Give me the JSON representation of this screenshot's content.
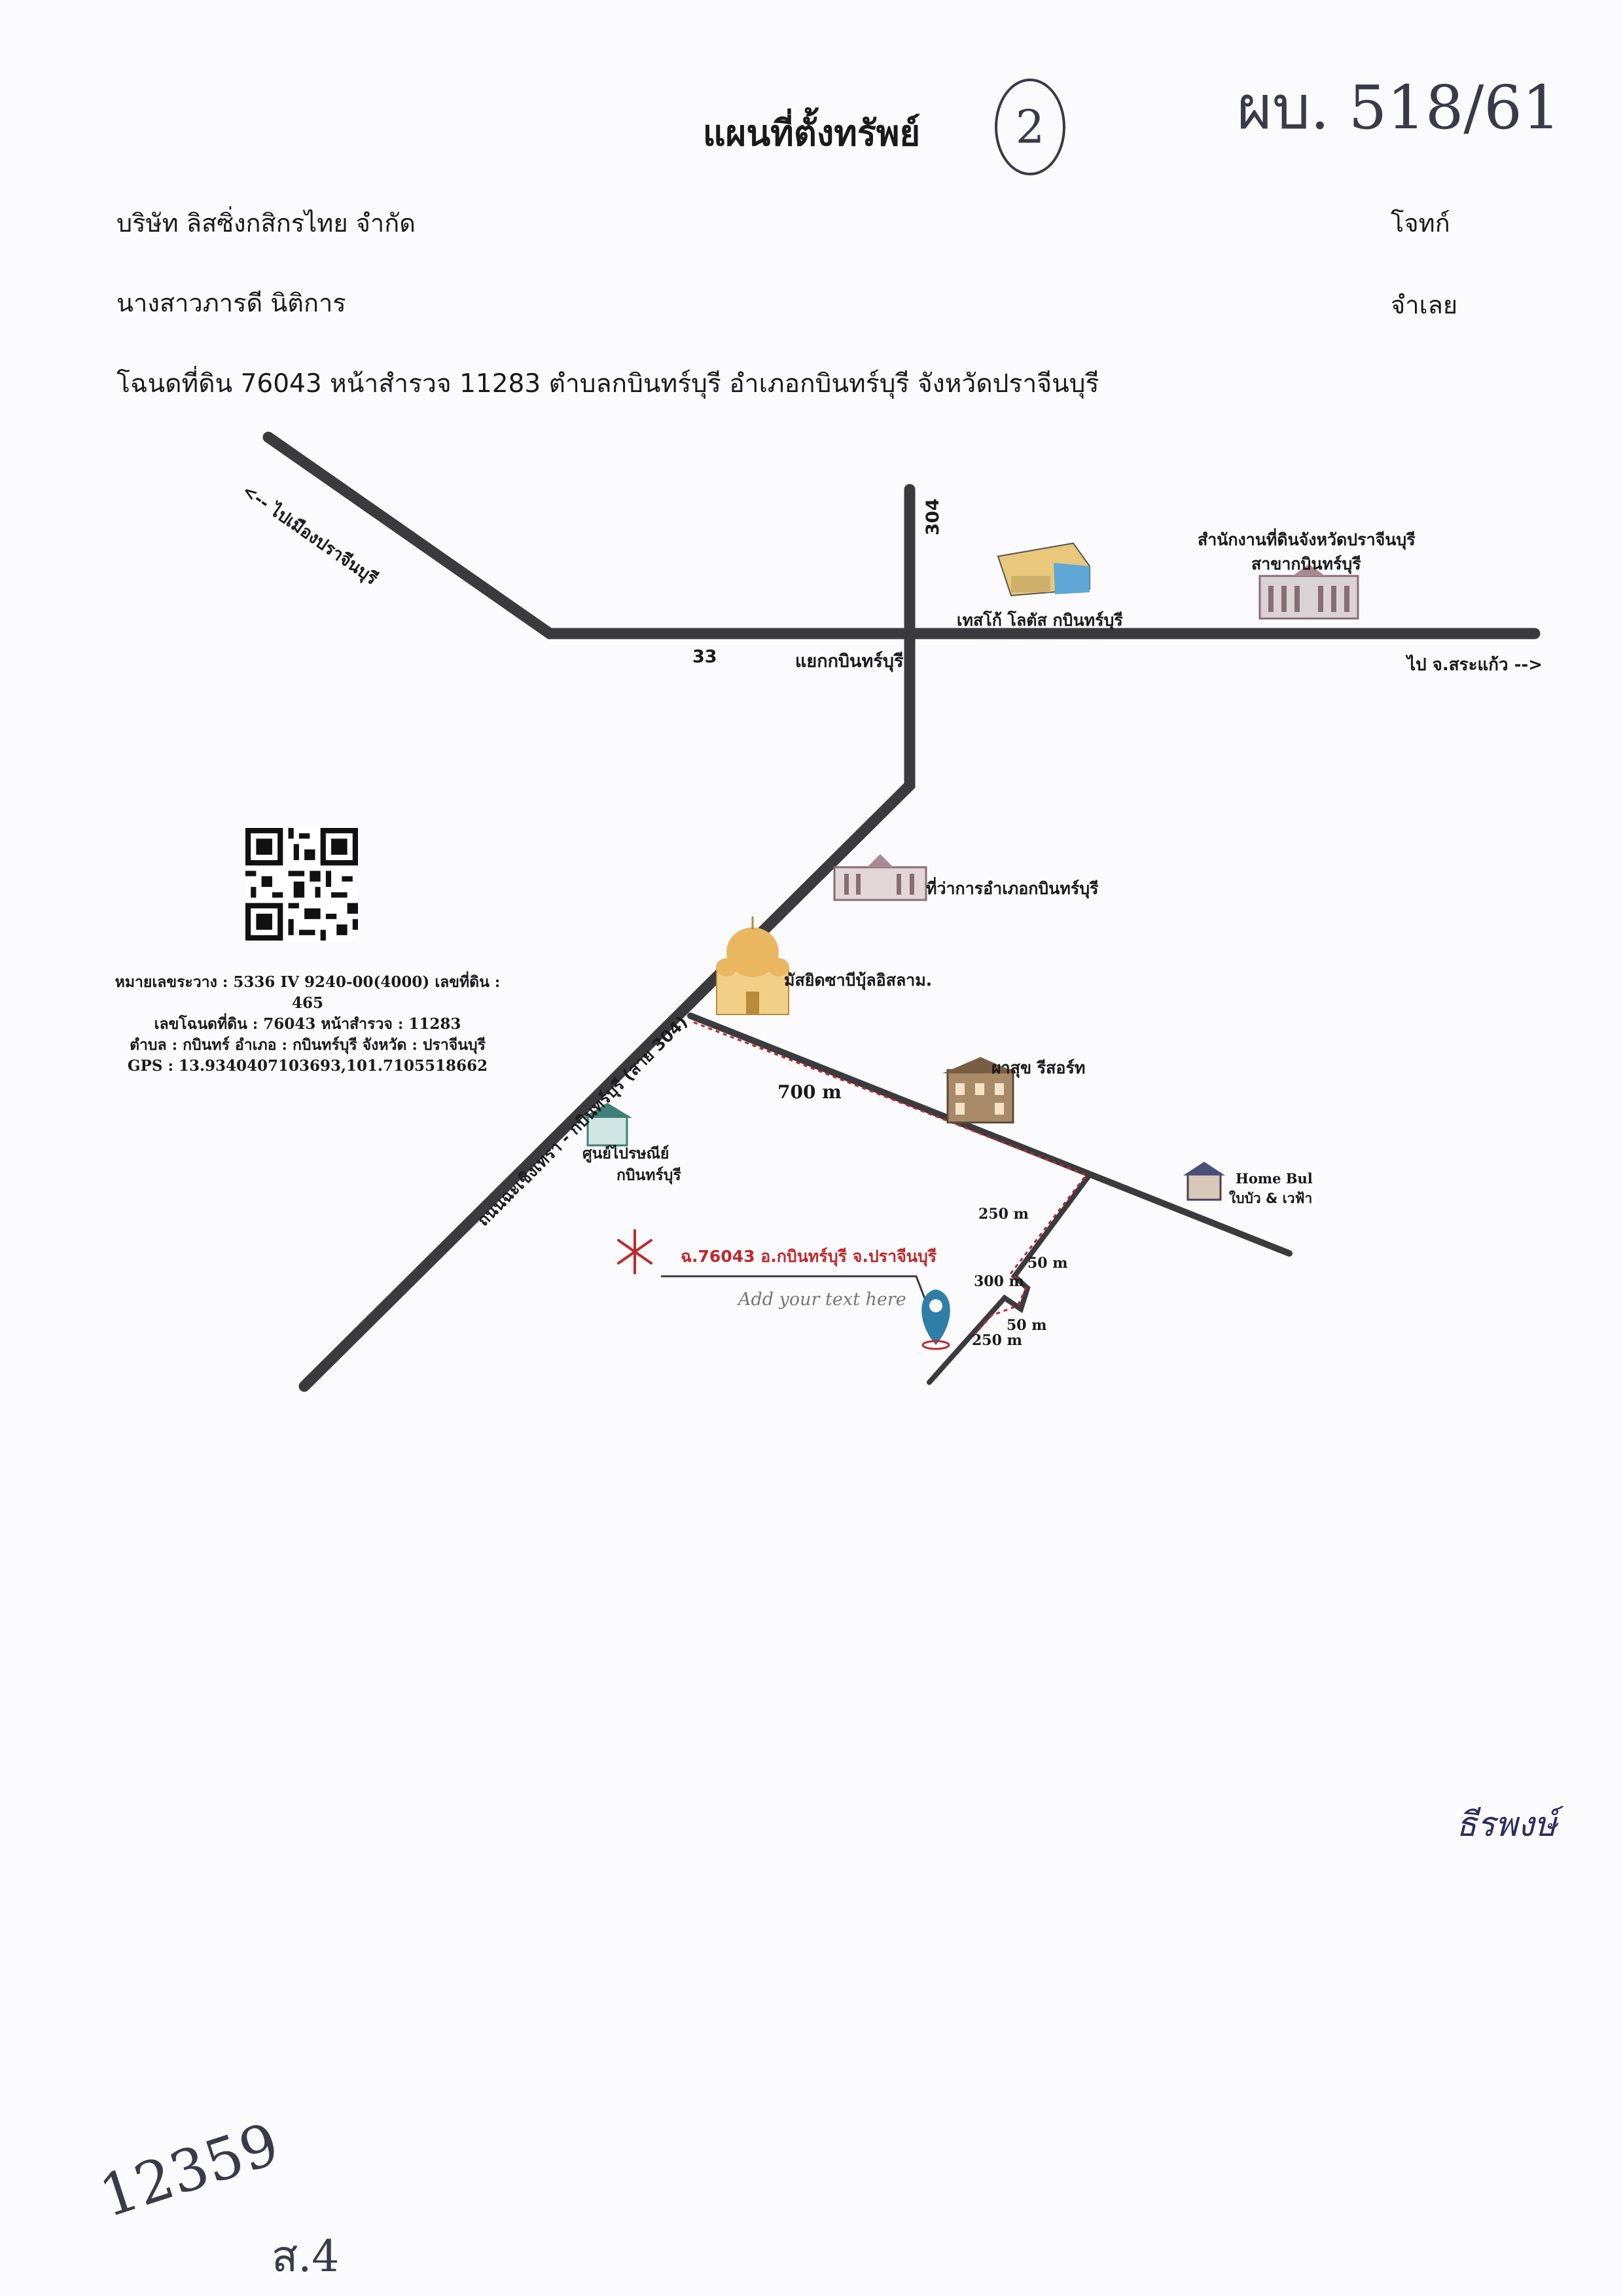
{
  "document": {
    "title": "แผนที่ตั้งทรัพย์",
    "company": "บริษัท ลิสซิ่งกสิกรไทย จำกัด",
    "plaintiff_label": "โจทก์",
    "defendant_name": "นางสาวภารดี นิติการ",
    "defendant_label": "จำเลย",
    "deed_line": "โฉนดที่ดิน 76043 หน้าสำรวจ 11283 ตำบลกบินทร์บุรี อำเภอกบินทร์บุรี จังหวัดปราจีนบุรี"
  },
  "handwriting": {
    "circled_number": "2",
    "case_number": "ผบ. 518/61",
    "bottom_left_number": "12359",
    "bottom_left_small": "ส.4",
    "signature": "ธีรพงษ์"
  },
  "map": {
    "road_labels": {
      "to_prachinburi": "<-- ไปเมืองปราจีนบุรี",
      "route_304": "304",
      "route_33": "33",
      "junction": "แยกกบินทร์บุรี",
      "to_sa_kaeo": "ไป จ.สระแก้ว -->",
      "diagonal_road": "ถนนฉะเชิงเทรา - กบินทร์บุรี (สาย 304)"
    },
    "landmarks": {
      "tesco": "เทสโก้ โลตัส กบินทร์บุรี",
      "land_office_line1": "สำนักงานที่ดินจังหวัดปราจีนบุรี",
      "land_office_line2": "สาขากบินทร์บุรี",
      "district_office": "ที่ว่าการอำเภอกบินทร์บุรี",
      "mosque": "มัสยิดซาบีบุ้ลอิสลาม.",
      "resort": "ผาสุข รีสอร์ท",
      "home_line1": "Home Bul",
      "home_line2": "ใบบัว & เวฟ้า",
      "post_line1": "ศูนย์ไปรษณีย์",
      "post_line2": "กบินทร์บุรี"
    },
    "distances": {
      "d700": "700 m",
      "d250a": "250 m",
      "d50a": "50 m",
      "d300": "300 m",
      "d50b": "50 m",
      "d250b": "250 m"
    },
    "target_label": "ฉ.76043 อ.กบินทร์บุรี จ.ปราจีนบุรี",
    "placeholder_text": "Add your text here"
  },
  "parcel_info": {
    "line1": "หมายเลขระวาง : 5336 IV 9240-00(4000) เลขที่ดิน : 465",
    "line2": "เลขโฉนดที่ดิน : 76043 หน้าสำรวจ : 11283",
    "line3": "ตำบล : กบินทร์ อำเภอ : กบินทร์บุรี จังหวัด : ปราจีนบุรี",
    "line4": "GPS : 13.9340407103693,101.7105518662"
  },
  "colors": {
    "road": "#3b3b3f",
    "accent_red": "#c0272d",
    "pin_blue": "#2f7ea8",
    "ink": "#2d2d45"
  }
}
